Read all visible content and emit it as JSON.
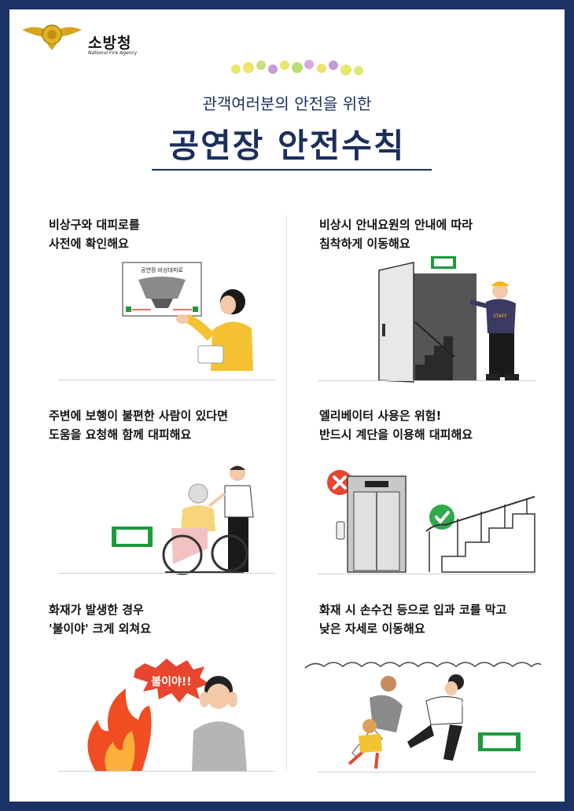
{
  "logo": {
    "name": "소방청",
    "sub": "National Fire Agency"
  },
  "header": {
    "subtitle": "관객여러분의 안전을 위한",
    "title": "공연장 안전수칙"
  },
  "colors": {
    "navy": "#1b2f5c",
    "border": "#1b3264",
    "exit_green": "#1e9a3e",
    "danger_red": "#e8452f",
    "ok_green": "#2eaa4a",
    "flame": "#f04d23",
    "staff_yellow": "#f5b719"
  },
  "items": [
    {
      "line1": "비상구와 대피로를",
      "line2": "사전에 확인해요",
      "illustration_icon": "evacuation-map-icon",
      "map_label": "공연장 비상대피로"
    },
    {
      "line1": "비상시 안내요원의 안내에 따라",
      "line2": "침착하게 이동해요",
      "illustration_icon": "exit-door-staff-icon",
      "staff_label": "STAFF"
    },
    {
      "line1": "주변에 보행이 불편한 사람이 있다면",
      "line2": "도움을 요청해 함께 대피해요",
      "illustration_icon": "wheelchair-assist-icon"
    },
    {
      "line1": "엘리베이터 사용은 위험!",
      "line2": "반드시 계단을 이용해 대피해요",
      "illustration_icon": "elevator-stairs-icon"
    },
    {
      "line1": "화재가 발생한 경우",
      "line2": "'불이야' 크게 외쳐요",
      "illustration_icon": "fire-shout-icon",
      "shout_label": "불이야!!"
    },
    {
      "line1": "화재 시 손수건 등으로 입과 코를 막고",
      "line2": "낮은 자세로 이동해요",
      "illustration_icon": "smoke-escape-icon"
    }
  ]
}
